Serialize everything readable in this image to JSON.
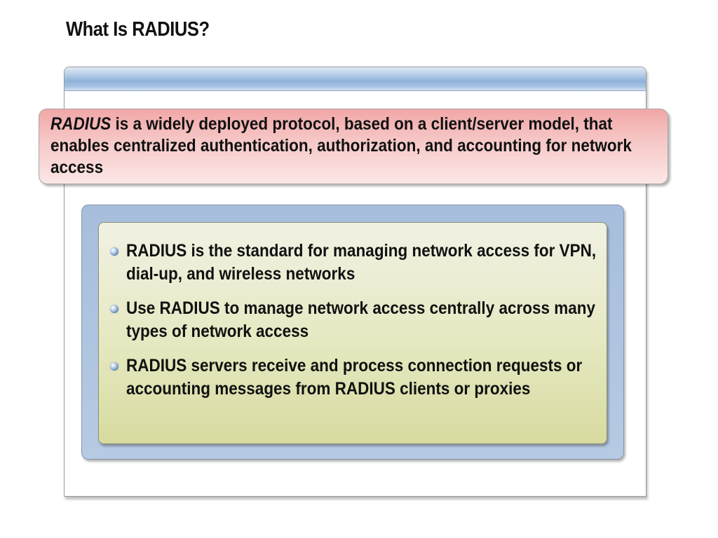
{
  "slide": {
    "title": "What Is RADIUS?",
    "definition": {
      "term": "RADIUS",
      "text": " is a widely deployed protocol, based on a client/server model, that enables centralized authentication, authorization, and accounting for network access"
    },
    "bullets": [
      "RADIUS is the standard for managing network access for VPN, dial-up, and wireless networks",
      "Use RADIUS to manage network access centrally across many types of network access",
      "RADIUS servers receive and process connection requests or accounting messages from RADIUS clients or proxies"
    ]
  },
  "colors": {
    "definition_box": "#f6c9c8",
    "outer_box": "#a6bedc",
    "inner_box": "#e7e9c4",
    "header_bar": "#8eb1da"
  }
}
